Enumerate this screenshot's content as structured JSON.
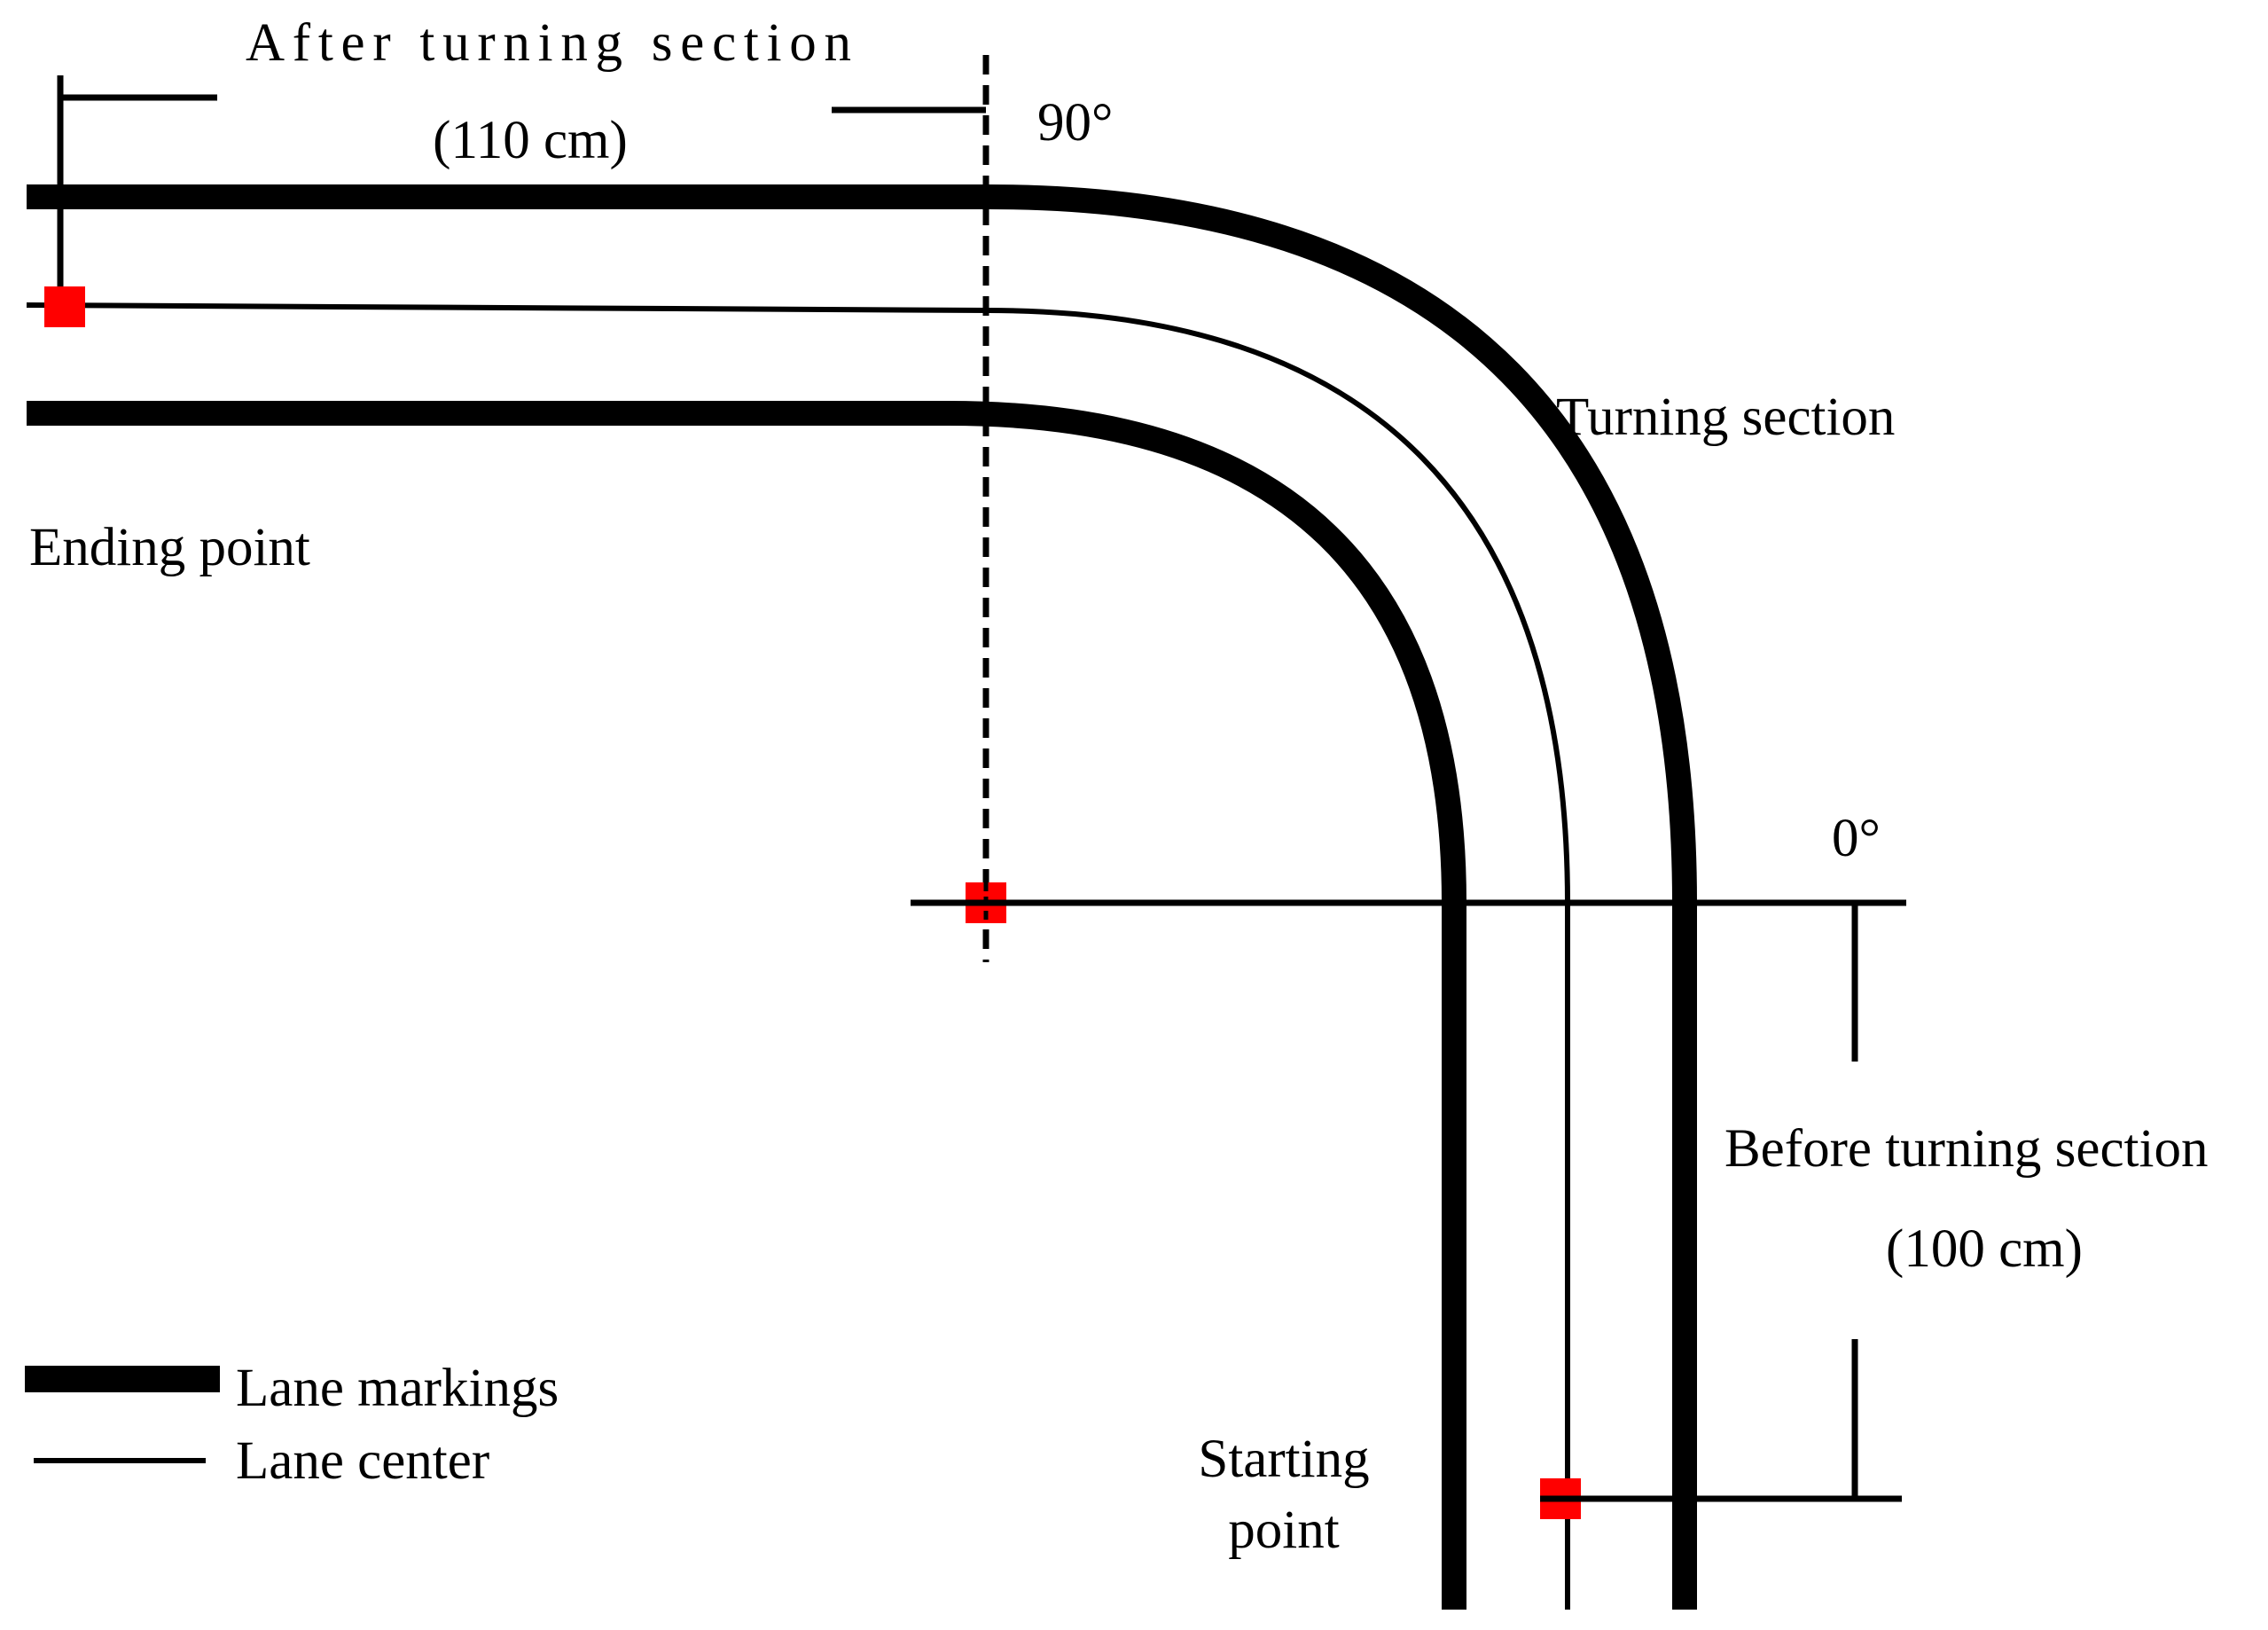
{
  "labels": {
    "after_turning": "After turning section",
    "after_turning_length": "(110 cm)",
    "angle_90": "90°",
    "turning_section": "Turning section",
    "ending_point": "Ending point",
    "angle_0": "0°",
    "before_turning": "Before turning section",
    "before_turning_length": "(100 cm)",
    "starting_point_line1": "Starting",
    "starting_point_line2": "point"
  },
  "legend": {
    "lane_markings": "Lane markings",
    "lane_center": "Lane center"
  },
  "colors": {
    "line": "#000000",
    "marker": "#ff0000",
    "background": "#ffffff"
  }
}
